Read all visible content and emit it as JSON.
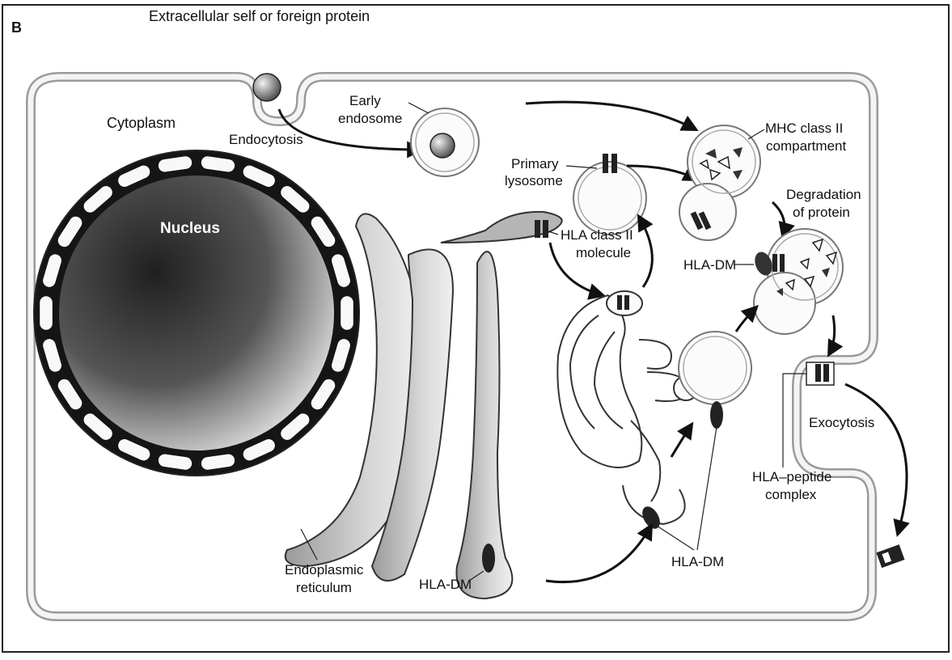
{
  "figure": {
    "panel_letter": "B",
    "labels": {
      "extracellular": "Extracellular self or foreign protein",
      "cytoplasm": "Cytoplasm",
      "endocytosis": "Endocytosis",
      "early_endosome_1": "Early",
      "early_endosome_2": "endosome",
      "primary_lysosome_1": "Primary",
      "primary_lysosome_2": "lysosome",
      "mhc_compartment_1": "MHC class II",
      "mhc_compartment_2": "compartment",
      "degradation_1": "Degradation",
      "degradation_2": "of protein",
      "nucleus": "Nucleus",
      "hla_class_ii_1": "HLA class II",
      "hla_class_ii_2": "molecule",
      "hla_dm_compartment": "HLA-DM",
      "exocytosis": "Exocytosis",
      "hla_peptide_1": "HLA–peptide",
      "hla_peptide_2": "complex",
      "er_1": "Endoplasmic",
      "er_2": "reticulum",
      "hla_dm_er": "HLA-DM",
      "hla_dm_golgi": "HLA-DM"
    }
  }
}
